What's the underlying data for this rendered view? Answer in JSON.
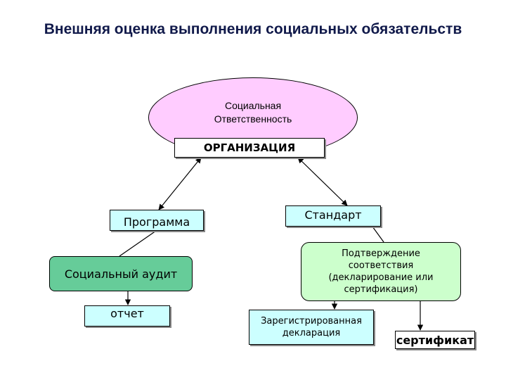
{
  "title": "Внешняя оценка выполнения социальных обязательств",
  "nodes": {
    "responsibility": "Социальная Ответственность",
    "organization": "ОРГАНИЗАЦИЯ",
    "program": "Программа",
    "standard": "Стандарт",
    "social_audit": "Социальный аудит",
    "confirmation": "Подтверждение соответствия (декларирование или сертификация)",
    "report": "отчет",
    "declaration": "Зарегистрированная декларация",
    "certificate": "сертификат"
  },
  "colors": {
    "title": "#10194a",
    "ellipse_fill": "#ffccff",
    "cyan_box": "#ccffff",
    "audit_fill": "#66cc99",
    "confirm_fill": "#ccffcc",
    "line": "#000000"
  }
}
